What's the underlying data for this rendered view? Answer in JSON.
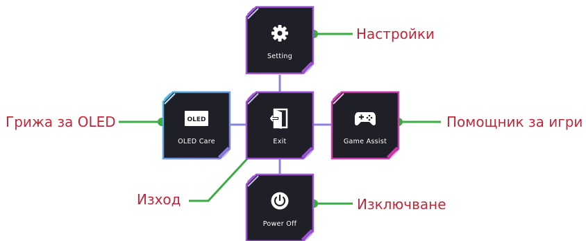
{
  "colors": {
    "callout_text": "#c0283a",
    "leader_line": "#3aab45",
    "tile_bg": "#1f1f27",
    "connector": "#8a84dc",
    "purple_accent": "#9f55d8",
    "cyan_accent": "#4fb6e2",
    "pink_accent": "#cc3fae"
  },
  "tiles": {
    "setting": {
      "label": "Setting",
      "icon": "gear-icon"
    },
    "oled_care": {
      "label": "OLED Care",
      "icon": "oled-icon",
      "icon_text": "OLED"
    },
    "exit": {
      "label": "Exit",
      "icon": "exit-door-icon"
    },
    "game_assist": {
      "label": "Game Assist",
      "icon": "gamepad-icon"
    },
    "power_off": {
      "label": "Power Off",
      "icon": "power-icon"
    }
  },
  "callouts": {
    "setting": "Настройки",
    "oled_care": "Грижа за OLED",
    "game_assist": "Помощник за игри",
    "exit": "Изход",
    "power_off": "Изключване"
  }
}
